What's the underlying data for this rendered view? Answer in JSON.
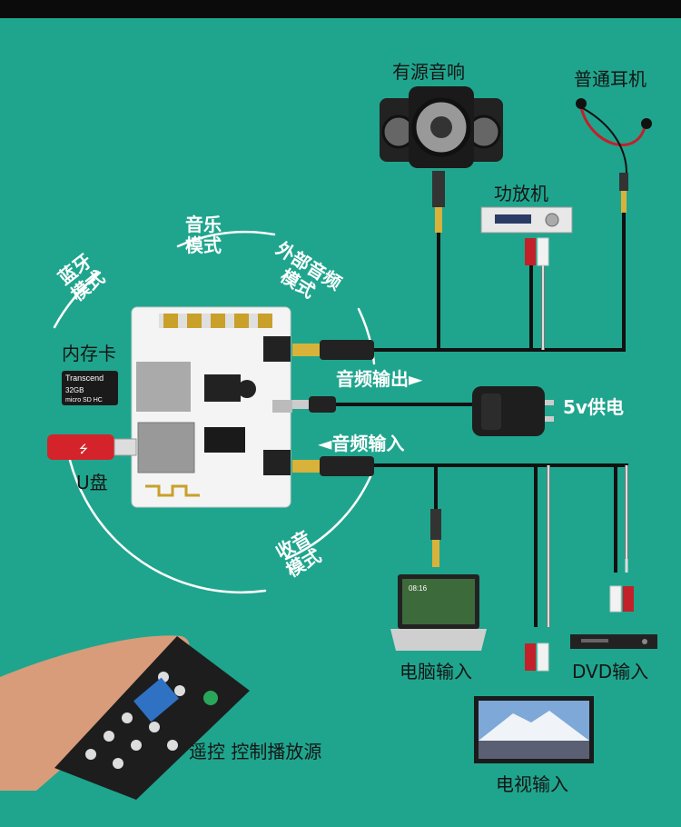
{
  "devices": {
    "active_speaker": "有源音响",
    "headphones": "普通耳机",
    "amplifier": "功放机",
    "memory_card": "内存卡",
    "usb_disk": "U盘",
    "power": "5v供电",
    "laptop_input": "电脑输入",
    "dvd_input": "DVD输入",
    "tv_input": "电视输入",
    "remote": "遥控 控制播放源"
  },
  "modes": {
    "music": [
      "音乐",
      "模式"
    ],
    "bluetooth": [
      "蓝牙",
      "模式"
    ],
    "external": [
      "外部音频",
      "模式"
    ],
    "radio": [
      "收音",
      "模式"
    ]
  },
  "signals": {
    "audio_out": "音频输出►",
    "audio_in": "◄音频输入"
  },
  "card": {
    "brand": "Transcend",
    "capacity": "32GB",
    "type": "micro SD HC"
  },
  "laptop_screen": "08:16"
}
